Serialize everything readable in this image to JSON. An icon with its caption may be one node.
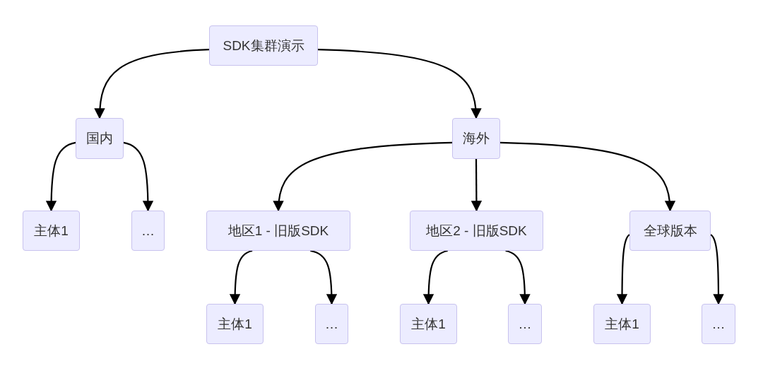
{
  "diagram": {
    "nodes": [
      {
        "text": [
          "SDK集群演示"
        ]
      },
      {
        "text": [
          "国内"
        ]
      },
      {
        "text": [
          "海外"
        ]
      },
      {
        "text": [
          "主体1"
        ]
      },
      {
        "text": [
          "…"
        ]
      },
      {
        "text": [
          "地区1 - 旧版SDK"
        ]
      },
      {
        "text": [
          "地区2 - 旧版SDK"
        ]
      },
      {
        "text": [
          "全球版本"
        ]
      },
      {
        "text": [
          "主体1"
        ]
      },
      {
        "text": [
          "…"
        ]
      },
      {
        "text": [
          "主体1"
        ]
      },
      {
        "text": [
          "…"
        ]
      },
      {
        "text": [
          "主体1"
        ]
      },
      {
        "text": [
          "…"
        ]
      }
    ],
    "edges": [
      {
        "from": 0,
        "to": 1,
        "arrow": "to"
      },
      {
        "from": 0,
        "to": 2,
        "arrow": "to"
      },
      {
        "from": 1,
        "to": 3,
        "arrow": "to"
      },
      {
        "from": 1,
        "to": 4,
        "arrow": "to"
      },
      {
        "from": 2,
        "to": 5,
        "arrow": "to"
      },
      {
        "from": 2,
        "to": 6,
        "arrow": "to"
      },
      {
        "from": 2,
        "to": 7,
        "arrow": "to"
      },
      {
        "from": 5,
        "to": 8,
        "arrow": "to"
      },
      {
        "from": 5,
        "to": 9,
        "arrow": "to"
      },
      {
        "from": 6,
        "to": 10,
        "arrow": "to"
      },
      {
        "from": 6,
        "to": 11,
        "arrow": "to"
      },
      {
        "from": 7,
        "to": 12,
        "arrow": "to"
      },
      {
        "from": 7,
        "to": 13,
        "arrow": "to"
      }
    ]
  }
}
